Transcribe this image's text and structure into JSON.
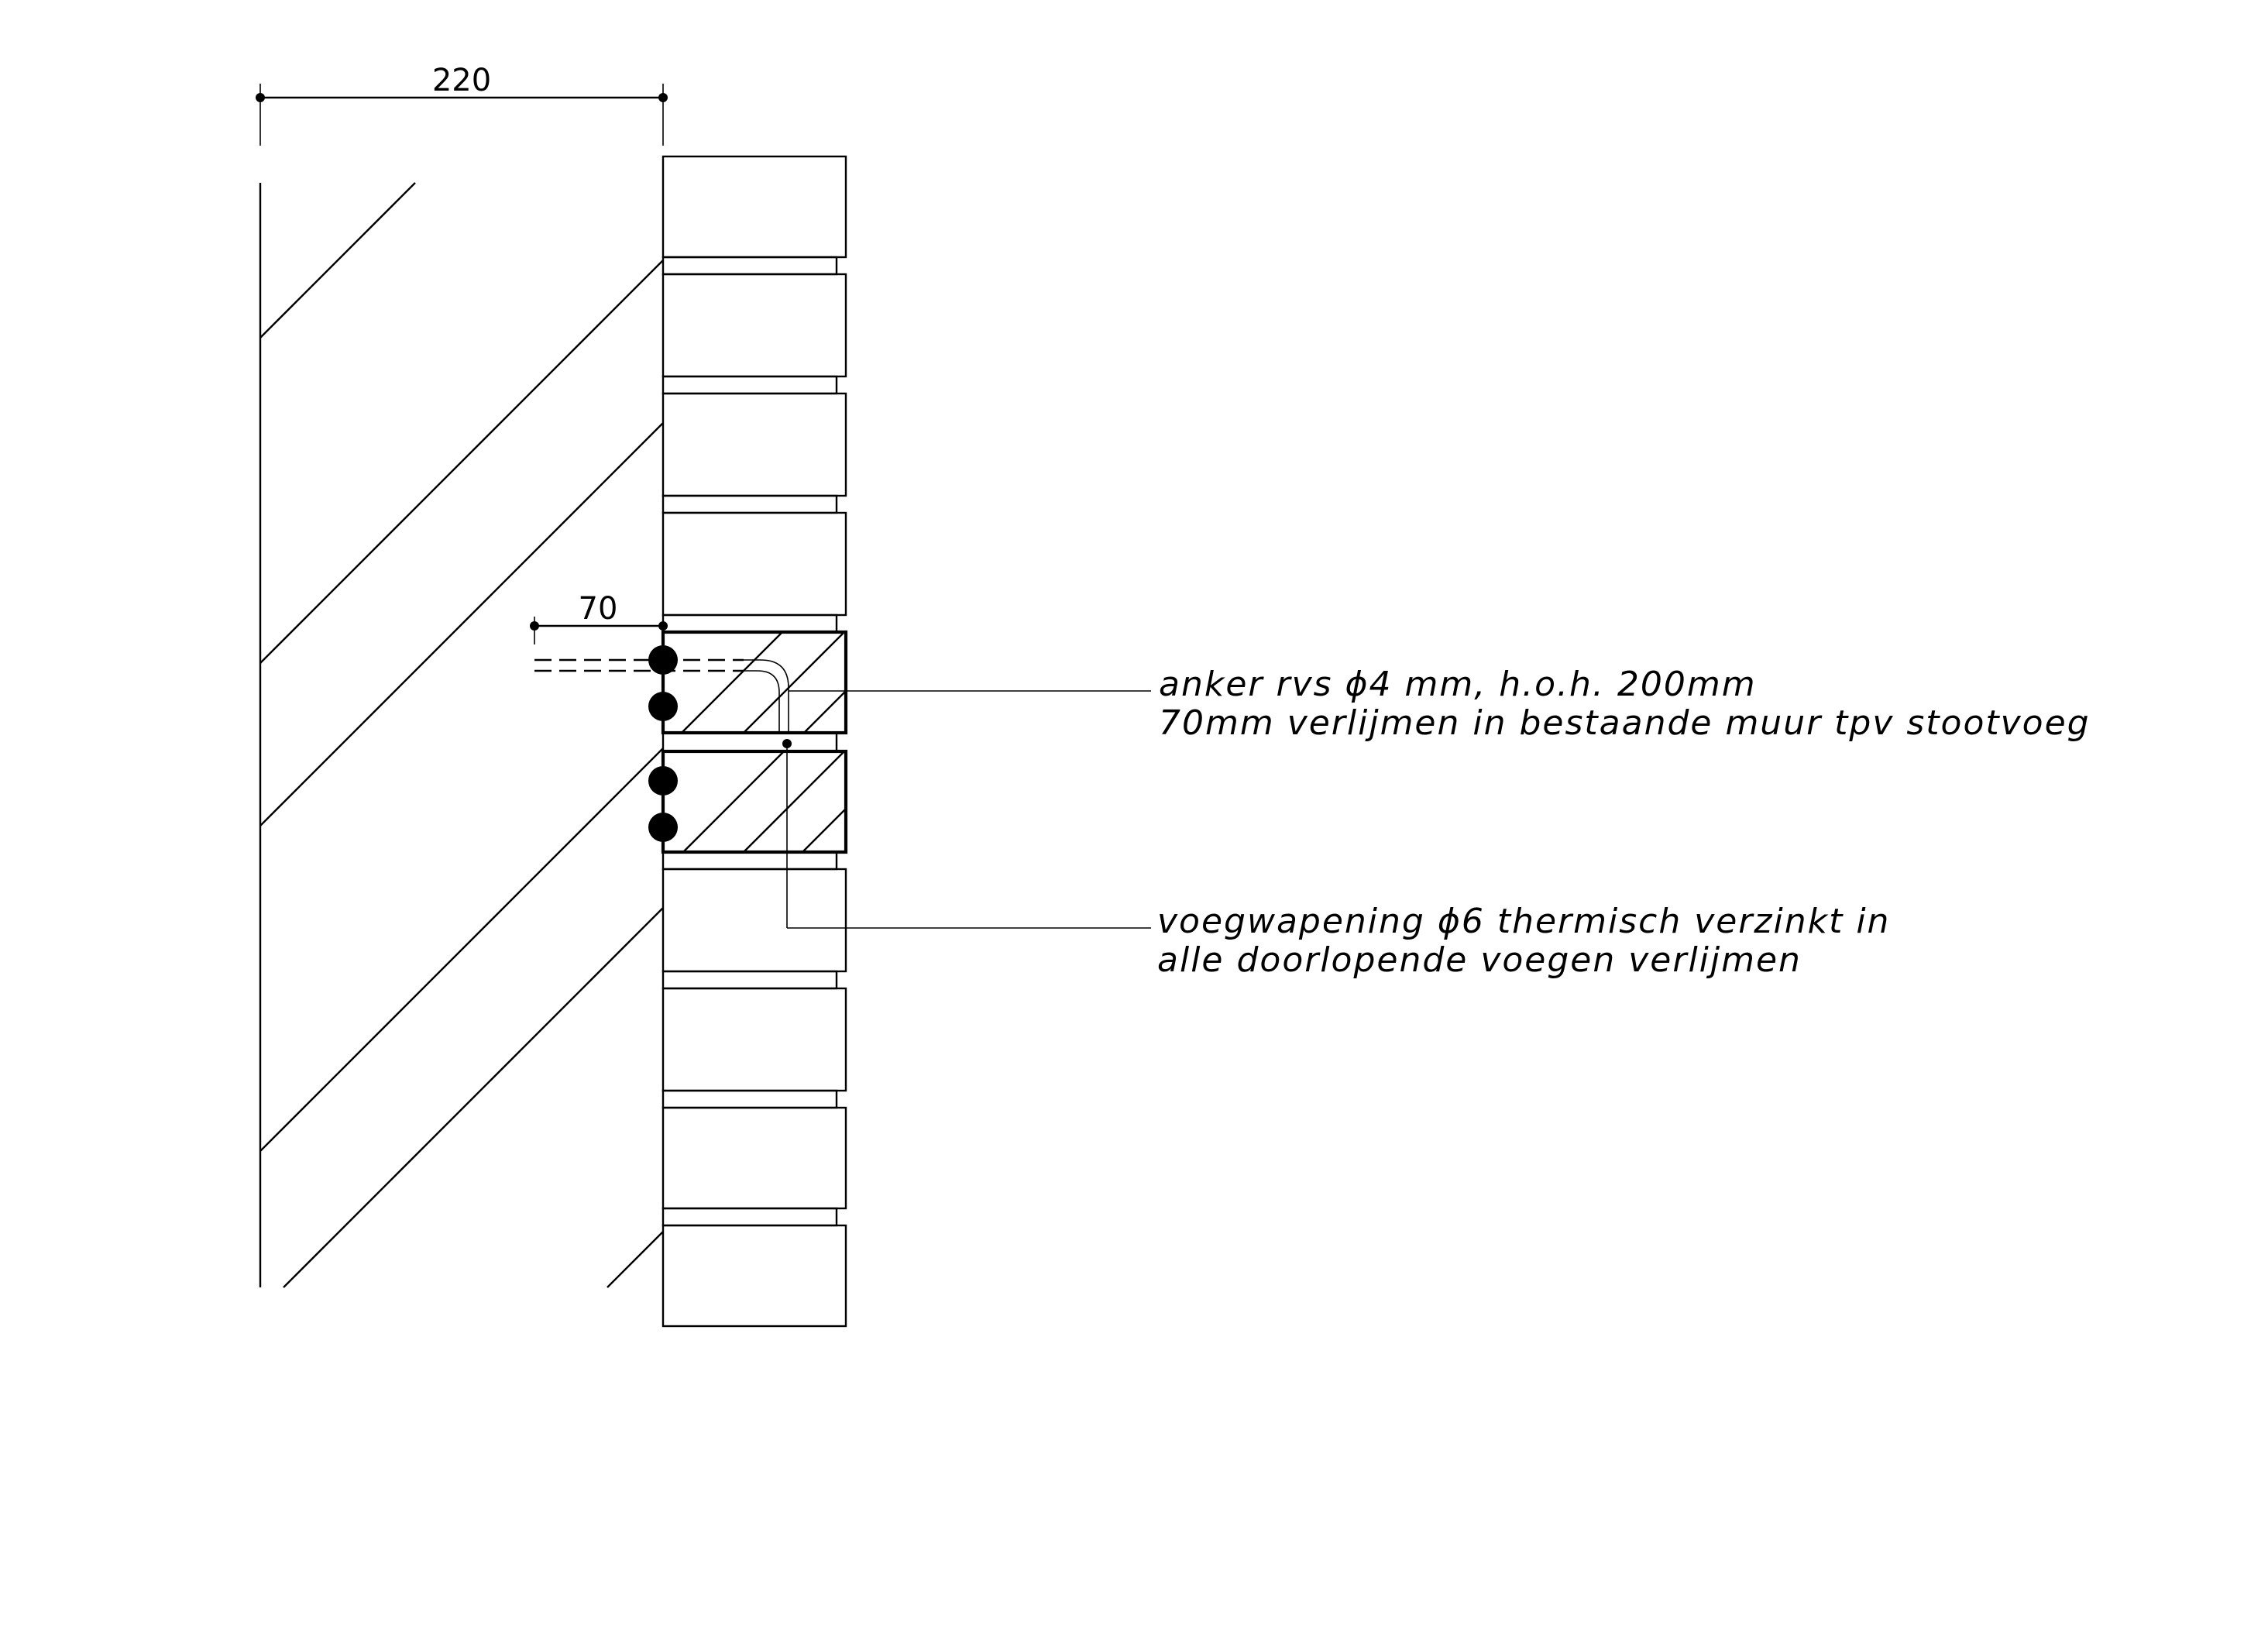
{
  "drawing": {
    "dimension_overall": "220",
    "dimension_anchor": "70",
    "note_anchor": {
      "line1": "anker rvs ϕ4 mm, h.o.h. 200mm",
      "line2": "70mm verlijmen in bestaande muur tpv stootvoeg"
    },
    "note_reinforcement": {
      "line1": "voegwapening ϕ6 thermisch verzinkt in",
      "line2": "alle doorlopende voegen verlijmen"
    }
  },
  "colors": {
    "line": "#000000",
    "background": "#ffffff"
  }
}
